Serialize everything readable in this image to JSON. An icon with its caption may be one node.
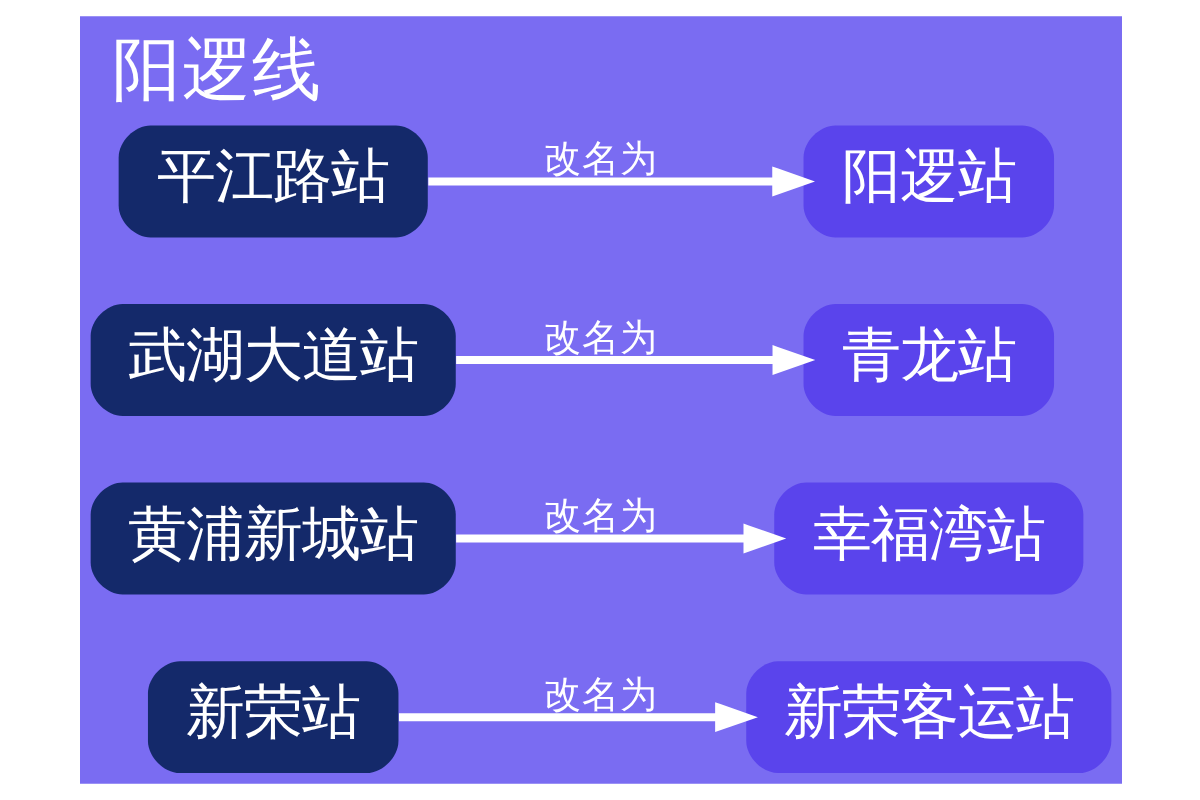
{
  "diagram": {
    "title": "阳逻线",
    "nodes": [
      {
        "text": [
          "新荣站"
        ]
      },
      {
        "text": [
          "新荣客运站"
        ]
      },
      {
        "text": [
          "黄浦新城站"
        ]
      },
      {
        "text": [
          "幸福湾站"
        ]
      },
      {
        "text": [
          "武湖大道站"
        ]
      },
      {
        "text": [
          "青龙站"
        ]
      },
      {
        "text": [
          "平江路站"
        ]
      },
      {
        "text": [
          "阳逻站"
        ]
      }
    ],
    "edges": [
      {
        "from": 0,
        "to": 1,
        "arrow": "to",
        "label": "改名为"
      },
      {
        "from": 2,
        "to": 3,
        "arrow": "to",
        "label": "改名为"
      },
      {
        "from": 4,
        "to": 5,
        "arrow": "to",
        "label": "改名为"
      },
      {
        "from": 6,
        "to": 7,
        "arrow": "to",
        "label": "改名为"
      }
    ]
  }
}
